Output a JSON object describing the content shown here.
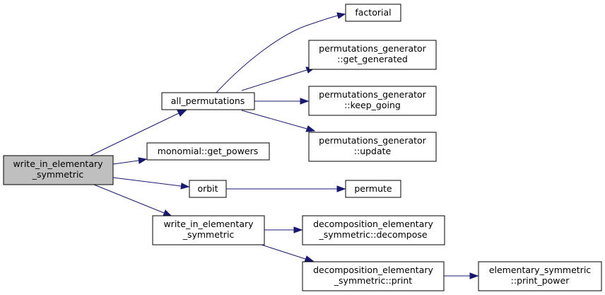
{
  "nodes": {
    "root": {
      "line1": "write_in_elementary",
      "line2": "_symmetric"
    },
    "all_permutations": {
      "line1": "all_permutations"
    },
    "get_powers": {
      "line1": "monomial::get_powers"
    },
    "orbit": {
      "line1": "orbit"
    },
    "write2": {
      "line1": "write_in_elementary",
      "line2": "_symmetric"
    },
    "factorial": {
      "line1": "factorial"
    },
    "get_generated": {
      "line1": "permutations_generator",
      "line2": "::get_generated"
    },
    "keep_going": {
      "line1": "permutations_generator",
      "line2": "::keep_going"
    },
    "update": {
      "line1": "permutations_generator",
      "line2": "::update"
    },
    "permute": {
      "line1": "permute"
    },
    "decompose": {
      "line1": "decomposition_elementary",
      "line2": "_symmetric::decompose"
    },
    "print": {
      "line1": "decomposition_elementary",
      "line2": "_symmetric::print"
    },
    "print_power": {
      "line1": "elementary_symmetric",
      "line2": "::print_power"
    }
  },
  "colors": {
    "edge": "#191970",
    "root_fill": "#bfbfbf",
    "node_fill": "#ffffff",
    "border": "#000000"
  }
}
